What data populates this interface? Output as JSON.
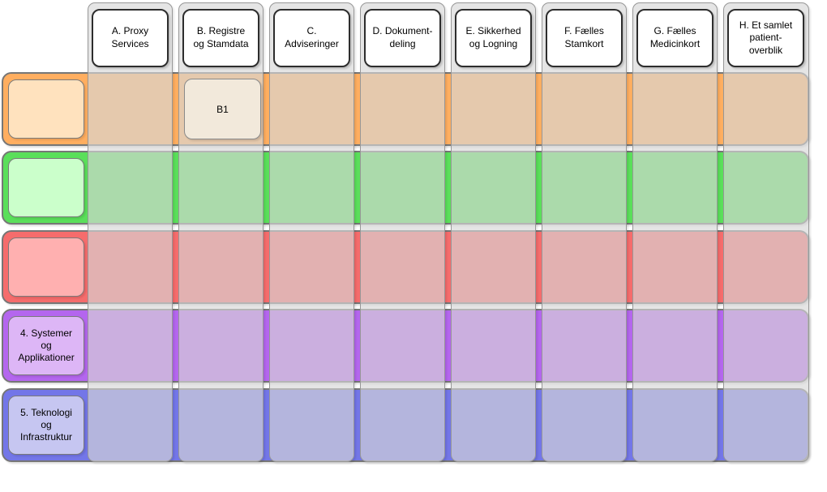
{
  "diagram": {
    "title": "architecture-matrix",
    "background": "#ffffff",
    "columns": [
      {
        "id": "a",
        "label": "A. Proxy\nServices"
      },
      {
        "id": "b",
        "label": "B. Registre\nog Stamdata"
      },
      {
        "id": "c",
        "label": "C.\nAdviseringer"
      },
      {
        "id": "d",
        "label": "D. Dokument-\ndeling"
      },
      {
        "id": "e",
        "label": "E. Sikkerhed\nog Logning"
      },
      {
        "id": "f",
        "label": "F. Fælles\nStamkort"
      },
      {
        "id": "g",
        "label": "G. Fælles\nMedicinkort"
      },
      {
        "id": "h",
        "label": "H. Et samlet\npatient-\noverblik"
      }
    ],
    "rows": [
      {
        "id": "1",
        "label": "",
        "band_color": "#FFAE60",
        "header_fill": "#FFE2BE"
      },
      {
        "id": "2",
        "label": "",
        "band_color": "#5ADF5A",
        "header_fill": "#CBFFCB"
      },
      {
        "id": "3",
        "label": "",
        "band_color": "#F56C6C",
        "header_fill": "#FFB0B0"
      },
      {
        "id": "4",
        "label": "4. Systemer\nog\nApplikationer",
        "band_color": "#B466EE",
        "header_fill": "#DDB6F6"
      },
      {
        "id": "5",
        "label": "5. Teknologi\nog\nInfrastruktur",
        "band_color": "#7376E8",
        "header_fill": "#C6C6F1"
      }
    ],
    "cells": [
      {
        "id": "b1",
        "label": "B1",
        "row": "1",
        "column": "B",
        "fill": "#F2E9DB"
      }
    ],
    "colors": {
      "column_fill": "rgba(215,215,215,0.65)",
      "column_border": "#979797",
      "band_border": "#767676",
      "header_box_fill": "#FFFFFF",
      "header_box_border": "#2D2D2D",
      "inner_box_border": "#7A7A7A"
    }
  }
}
